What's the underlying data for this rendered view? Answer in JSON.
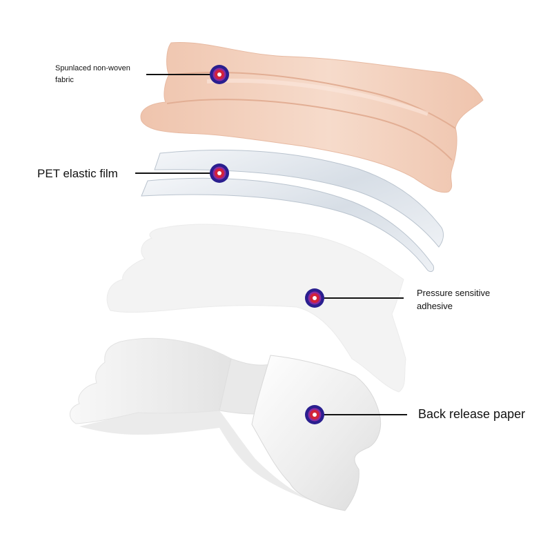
{
  "labels": {
    "fabric": {
      "line1": "Spunlaced non-woven",
      "line2": "fabric"
    },
    "pet": {
      "line1": "PET elastic film"
    },
    "adhesive": {
      "line1": "Pressure sensitive",
      "line2": "adhesive"
    },
    "release": {
      "line1": "Back release paper"
    }
  },
  "colors": {
    "fabric": "#f2cdb8",
    "fabric_edge": "#e6b59d",
    "film": "#e4e9ef",
    "film_edge": "#b9c3ce",
    "adhesive": "#f3f3f3",
    "paper": "#f7f7f7",
    "marker_outer": "#2a1f8f",
    "marker_ring": "#8a2a9e",
    "marker_core": "#d2223a",
    "leader": "#111111"
  },
  "layers": [
    "spunlaced-fabric",
    "pet-elastic-film",
    "pressure-sensitive-adhesive",
    "back-release-paper"
  ]
}
